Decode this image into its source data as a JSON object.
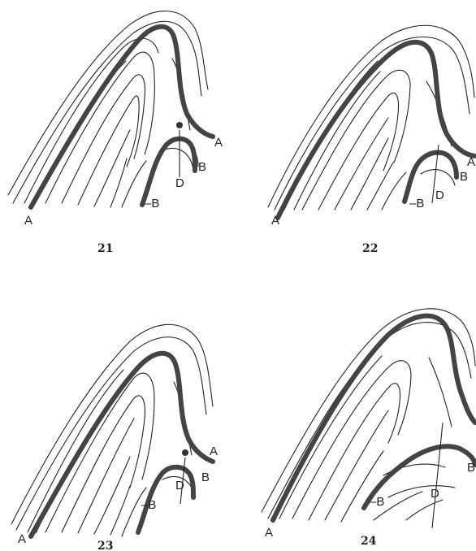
{
  "figures": [
    {
      "caption": "21",
      "labels": {
        "a_top": "A",
        "a_bottom": "A",
        "b_right": "B",
        "b_bottom": "–B",
        "d": "D"
      }
    },
    {
      "caption": "22",
      "labels": {
        "a_top": "A",
        "a_bottom": "A",
        "b_right": "B",
        "b_bottom": "–B",
        "d": "D"
      }
    },
    {
      "caption": "23",
      "labels": {
        "a_top": "A",
        "a_bottom": "A",
        "b_right": "B",
        "b_bottom": "–B",
        "d": "D"
      }
    },
    {
      "caption": "24",
      "labels": {
        "a_bottom": "A",
        "b_right": "B",
        "b_bottom": "–B",
        "d": "D"
      }
    }
  ]
}
